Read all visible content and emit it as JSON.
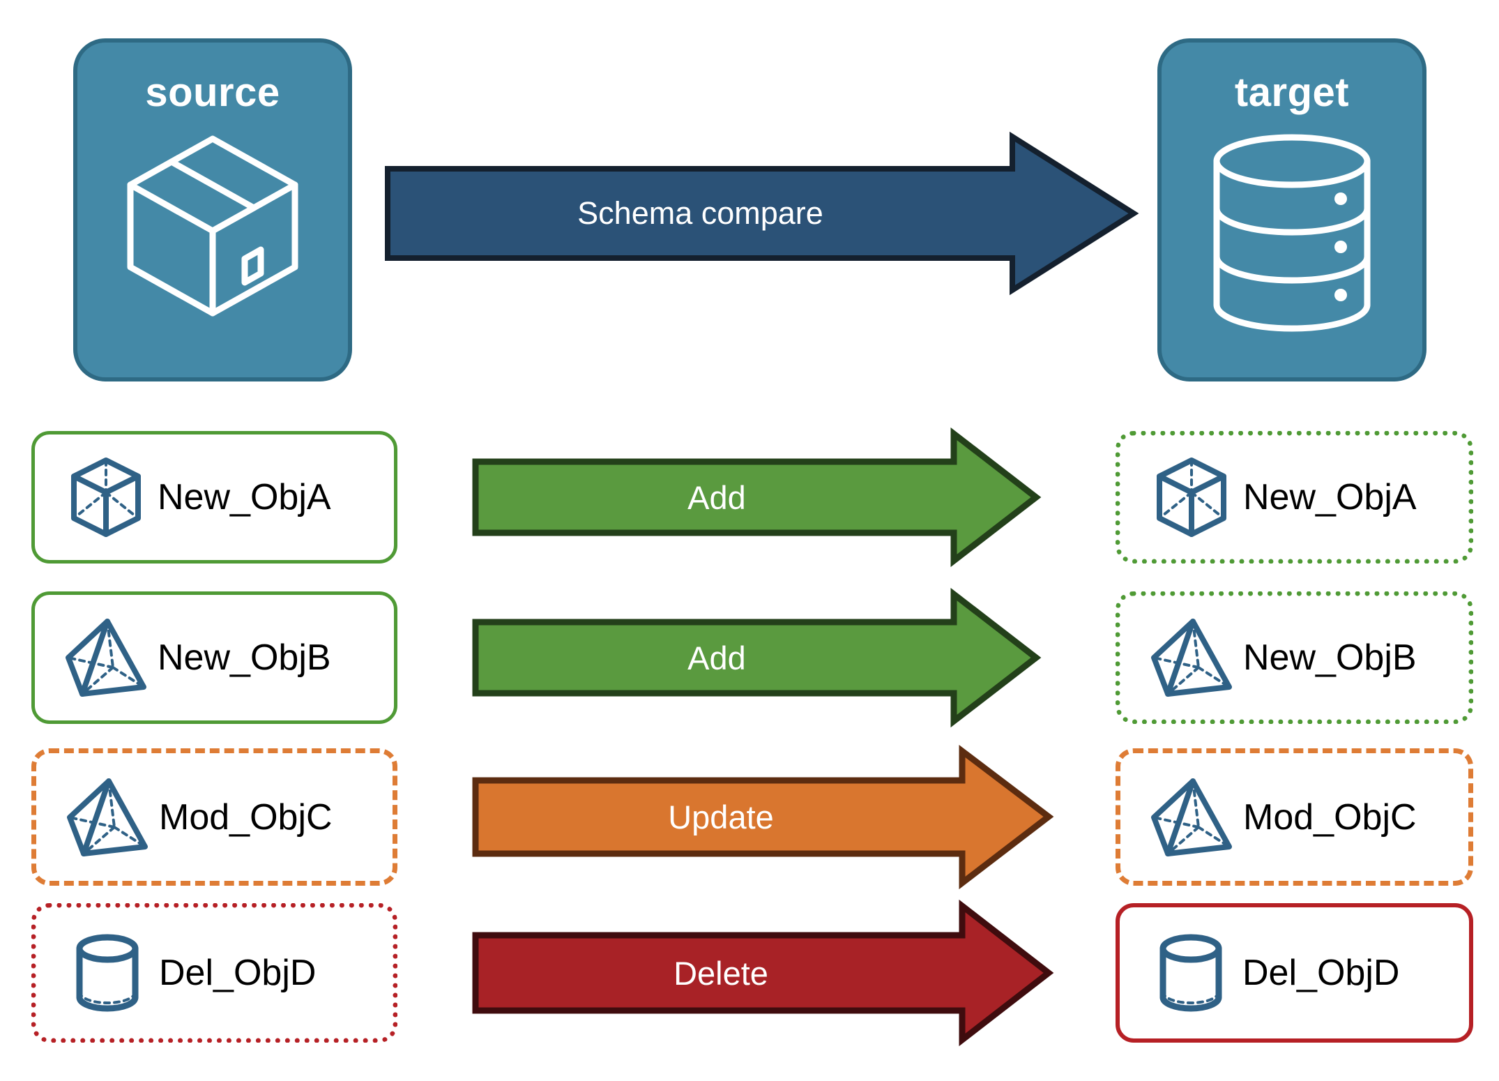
{
  "diagram": {
    "title": "Schema compare",
    "endpoints": [
      {
        "id": "source",
        "label": "source",
        "icon": "package-box-icon"
      },
      {
        "id": "target",
        "label": "target",
        "icon": "database-cylinder-icon"
      }
    ],
    "compare_arrow": {
      "label": "Schema compare",
      "fill": "#2b5277",
      "stroke": "#14202e",
      "text_color": "#ffffff"
    },
    "rows": [
      {
        "source": {
          "label": "New_ObjA",
          "icon": "wireframe-cube-icon",
          "border_style": "solid",
          "border_color": "#4f9a35"
        },
        "action": {
          "label": "Add",
          "fill": "#5a9a3f",
          "stroke": "#23401a",
          "text_color": "#ffffff"
        },
        "target": {
          "label": "New_ObjA",
          "icon": "wireframe-cube-icon",
          "border_style": "dotted",
          "border_color": "#4f9a35"
        }
      },
      {
        "source": {
          "label": "New_ObjB",
          "icon": "wireframe-pyramid-icon",
          "border_style": "solid",
          "border_color": "#4f9a35"
        },
        "action": {
          "label": "Add",
          "fill": "#5a9a3f",
          "stroke": "#23401a",
          "text_color": "#ffffff"
        },
        "target": {
          "label": "New_ObjB",
          "icon": "wireframe-pyramid-icon",
          "border_style": "dotted",
          "border_color": "#4f9a35"
        }
      },
      {
        "source": {
          "label": "Mod_ObjC",
          "icon": "wireframe-pyramid-icon",
          "border_style": "dashed",
          "border_color": "#de7c35"
        },
        "action": {
          "label": "Update",
          "fill": "#d9762f",
          "stroke": "#5c2c10",
          "text_color": "#ffffff"
        },
        "target": {
          "label": "Mod_ObjC",
          "icon": "wireframe-pyramid-icon",
          "border_style": "dashed",
          "border_color": "#de7c35"
        }
      },
      {
        "source": {
          "label": "Del_ObjD",
          "icon": "wireframe-cylinder-icon",
          "border_style": "dotted",
          "border_color": "#b62025"
        },
        "action": {
          "label": "Delete",
          "fill": "#a82226",
          "stroke": "#3f0c0e",
          "text_color": "#ffffff"
        },
        "target": {
          "label": "Del_ObjD",
          "icon": "wireframe-cylinder-icon",
          "border_style": "solid",
          "border_color": "#b62025"
        }
      }
    ],
    "colors": {
      "endpoint_fill": "#4489a7",
      "endpoint_stroke": "#2e6a84",
      "icon_blue": "#2f6186",
      "background": "#ffffff"
    }
  }
}
